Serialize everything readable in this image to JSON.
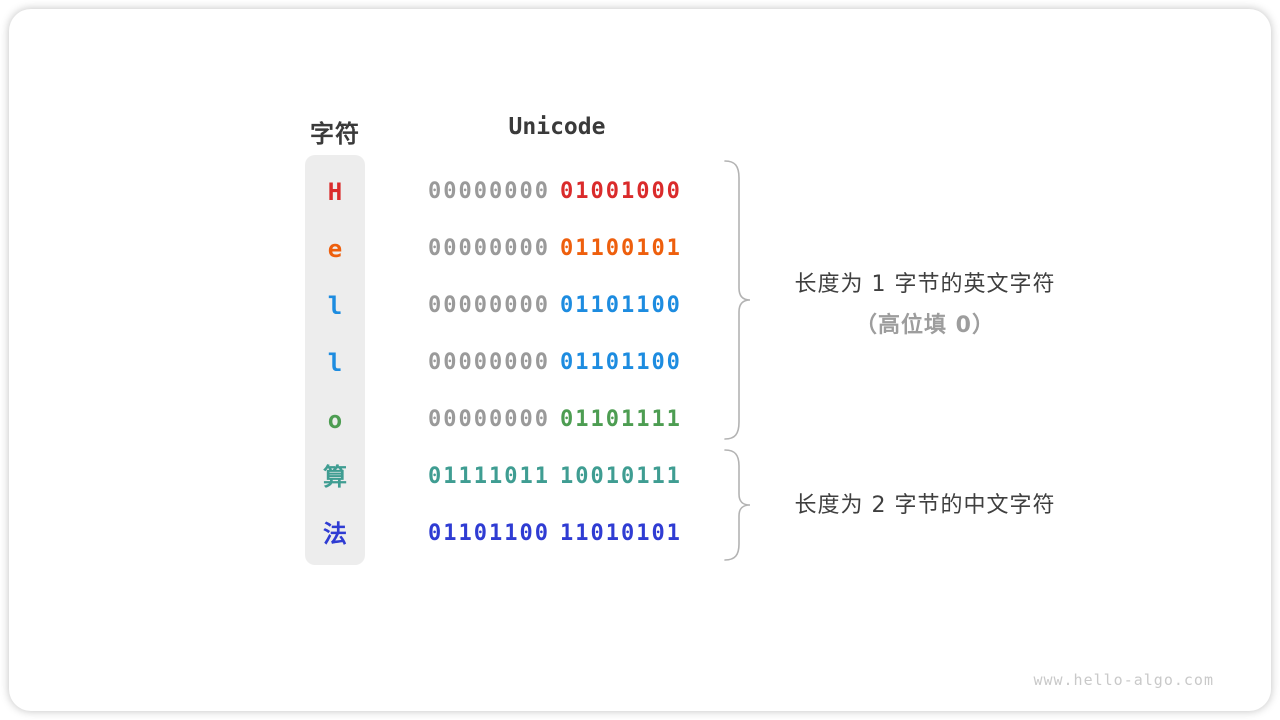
{
  "figure": {
    "header": {
      "char_col": "字符",
      "unicode_col": "Unicode"
    },
    "rows": [
      {
        "char": "H",
        "char_color": "#da2b2b",
        "high_byte": "00000000",
        "high_byte_color": "#9a9a9a",
        "low_byte": "01001000",
        "low_byte_color": "#da2b2b"
      },
      {
        "char": "e",
        "char_color": "#ee5f0d",
        "high_byte": "00000000",
        "high_byte_color": "#9a9a9a",
        "low_byte": "01100101",
        "low_byte_color": "#ee5f0d"
      },
      {
        "char": "l",
        "char_color": "#1d8ce0",
        "high_byte": "00000000",
        "high_byte_color": "#9a9a9a",
        "low_byte": "01101100",
        "low_byte_color": "#1d8ce0"
      },
      {
        "char": "l",
        "char_color": "#1d8ce0",
        "high_byte": "00000000",
        "high_byte_color": "#9a9a9a",
        "low_byte": "01101100",
        "low_byte_color": "#1d8ce0"
      },
      {
        "char": "o",
        "char_color": "#4d9d52",
        "high_byte": "00000000",
        "high_byte_color": "#9a9a9a",
        "low_byte": "01101111",
        "low_byte_color": "#4d9d52"
      },
      {
        "char": "算",
        "char_color": "#3f9d92",
        "high_byte": "01111011",
        "high_byte_color": "#3f9d92",
        "low_byte": "10010111",
        "low_byte_color": "#3f9d92"
      },
      {
        "char": "法",
        "char_color": "#2f3cd3",
        "high_byte": "01101100",
        "high_byte_color": "#2f3cd3",
        "low_byte": "11010101",
        "low_byte_color": "#2f3cd3"
      }
    ],
    "annotations": {
      "english": {
        "line1": "长度为 1 字节的英文字符",
        "line2": "（高位填 0）"
      },
      "chinese": {
        "line1": "长度为 2 字节的中文字符"
      }
    },
    "colors": {
      "gray_byte": "#9a9a9a",
      "strip_bg": "#ededed",
      "header_text": "#3a3a3a",
      "annotation_primary": "#3f3f3f",
      "annotation_secondary": "#9d9d9d",
      "brace": "#b3b3b3",
      "watermark": "#c9c9c9"
    },
    "watermark": "www.hello-algo.com"
  }
}
